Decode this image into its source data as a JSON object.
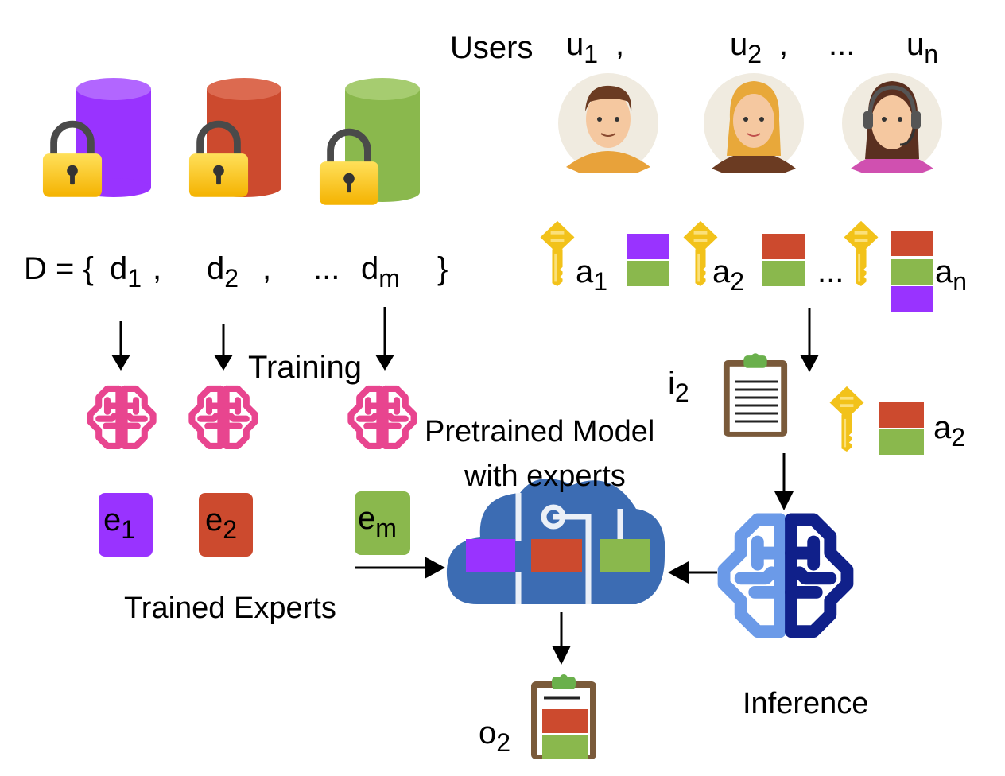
{
  "colors": {
    "purple": "#9933ff",
    "red": "#cc4a2e",
    "green": "#8ab84d",
    "pink": "#e8458f",
    "cloud": "#3c6cb3",
    "blue_light": "#6b9ae8",
    "blue_dark": "#10208a"
  },
  "users": {
    "label": "Users",
    "u1": {
      "base": "u",
      "sub": "1",
      "sep": ","
    },
    "u2": {
      "base": "u",
      "sub": "2",
      "sep": ","
    },
    "dots": "...",
    "un": {
      "base": "u",
      "sub": "n"
    }
  },
  "dataset": {
    "prefix": "D = {",
    "d1": {
      "base": "d",
      "sub": "1",
      "sep": ","
    },
    "d2": {
      "base": "d",
      "sub": "2",
      "sep": ","
    },
    "dots": "...",
    "dm": {
      "base": "d",
      "sub": "m"
    },
    "close": "}"
  },
  "adapters": {
    "a1": {
      "base": "a",
      "sub": "1"
    },
    "a2": {
      "base": "a",
      "sub": "2"
    },
    "dots": "...",
    "an": {
      "base": "a",
      "sub": "n"
    }
  },
  "training_label": "Training",
  "experts": {
    "e1": {
      "base": "e",
      "sub": "1"
    },
    "e2": {
      "base": "e",
      "sub": "2"
    },
    "em": {
      "base": "e",
      "sub": "m"
    }
  },
  "trained_experts_label": "Trained Experts",
  "pretrained_label_line1": "Pretrained Model",
  "pretrained_label_line2": "with experts",
  "input": {
    "base": "i",
    "sub": "2"
  },
  "selected_adapter": {
    "base": "a",
    "sub": "2"
  },
  "inference_label": "Inference",
  "output": {
    "base": "o",
    "sub": "2"
  }
}
